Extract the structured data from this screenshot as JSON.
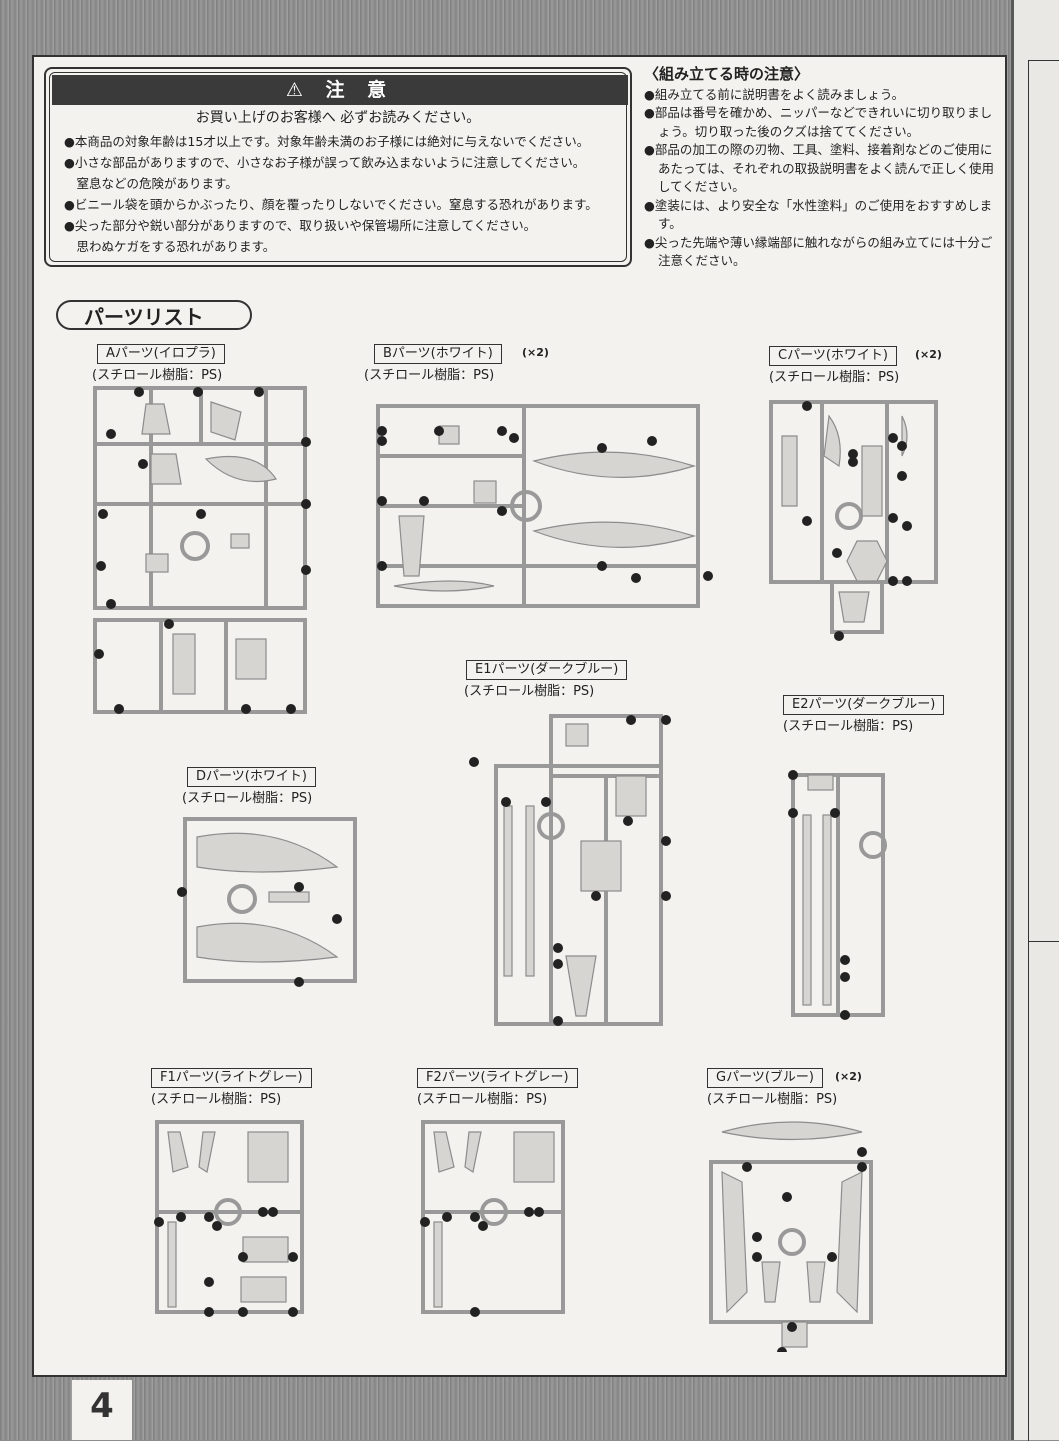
{
  "page_number": "4",
  "caution": {
    "title": "⚠ 注 意",
    "subtitle": "お買い上げのお客様へ 必ずお読みください。",
    "items": [
      "●本商品の対象年齢は15才以上です。対象年齢未満のお子様には絶対に与えないでください。",
      "●小さな部品がありますので、小さなお子様が誤って飲み込まないように注意してください。",
      "　窒息などの危険があります。",
      "●ビニール袋を頭からかぶったり、顔を覆ったりしないでください。窒息する恐れがあります。",
      "●尖った部分や鋭い部分がありますので、取り扱いや保管場所に注意してください。",
      "　思わぬケガをする恐れがあります。"
    ]
  },
  "assembly_notes": {
    "title": "〈組み立てる時の注意〉",
    "items": [
      "●組み立てる前に説明書をよく読みましょう。",
      "●部品は番号を確かめ、ニッパーなどできれいに切り取りましょう。切り取った後のクズは捨ててください。",
      "●部品の加工の際の刃物、工具、塗料、接着剤などのご使用にあたっては、それぞれの取扱説明書をよく読んで正しく使用してください。",
      "●塗装には、より安全な「水性塗料」のご使用をおすすめします。",
      "●尖った先端や薄い縁端部に触れながらの組み立てには十分ご注意ください。"
    ]
  },
  "parts_list_title": "パーツリスト",
  "sprues": [
    {
      "label": "Aパーツ(イロプラ)",
      "material": "(スチロール樹脂：PS)",
      "multiplier": ""
    },
    {
      "label": "Bパーツ(ホワイト)",
      "material": "(スチロール樹脂：PS)",
      "multiplier": "(×2)"
    },
    {
      "label": "Cパーツ(ホワイト)",
      "material": "(スチロール樹脂：PS)",
      "multiplier": "(×2)"
    },
    {
      "label": "Dパーツ(ホワイト)",
      "material": "(スチロール樹脂：PS)",
      "multiplier": ""
    },
    {
      "label": "E1パーツ(ダークブルー)",
      "material": "(スチロール樹脂：PS)",
      "multiplier": ""
    },
    {
      "label": "E2パーツ(ダークブルー)",
      "material": "(スチロール樹脂：PS)",
      "multiplier": ""
    },
    {
      "label": "F1パーツ(ライトグレー)",
      "material": "(スチロール樹脂：PS)",
      "multiplier": ""
    },
    {
      "label": "F2パーツ(ライトグレー)",
      "material": "(スチロール樹脂：PS)",
      "multiplier": ""
    },
    {
      "label": "Gパーツ(ブルー)",
      "material": "(スチロール樹脂：PS)",
      "multiplier": "(×2)"
    }
  ]
}
